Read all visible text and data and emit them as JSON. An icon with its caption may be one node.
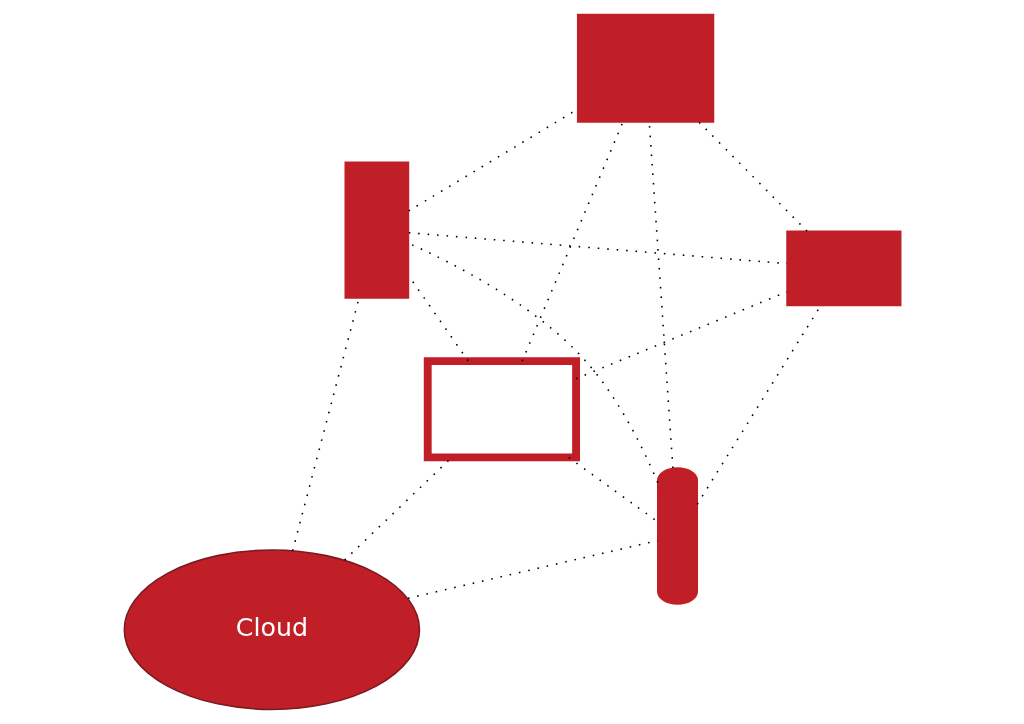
{
  "diagram": {
    "nodes": [
      {
        "text": [
          "Cloud"
        ]
      },
      {
        "text": [],
        "shape": "bar"
      },
      {
        "text": [],
        "shape": "box"
      },
      {
        "text": [],
        "shape": "box"
      },
      {
        "text": [],
        "shape": "box"
      },
      {
        "text": [],
        "shape": "box"
      }
    ],
    "edges": [
      {
        "from": 0,
        "to": 3,
        "arrow": "none"
      },
      {
        "from": 0,
        "to": 2,
        "arrow": "none"
      },
      {
        "from": 0,
        "to": 1,
        "arrow": "none"
      },
      {
        "from": 2,
        "to": 3,
        "arrow": "none"
      },
      {
        "from": 2,
        "to": 1,
        "arrow": "none"
      },
      {
        "from": 2,
        "to": 5,
        "arrow": "none"
      },
      {
        "from": 2,
        "to": 4,
        "arrow": "none"
      },
      {
        "from": 1,
        "to": 3,
        "arrow": "none"
      },
      {
        "from": 1,
        "to": 5,
        "arrow": "none"
      },
      {
        "from": 1,
        "to": 4,
        "arrow": "none"
      },
      {
        "from": 3,
        "to": 4,
        "arrow": "none"
      },
      {
        "from": 3,
        "to": 5,
        "arrow": "none"
      },
      {
        "from": 5,
        "to": 4,
        "arrow": "none"
      }
    ]
  }
}
